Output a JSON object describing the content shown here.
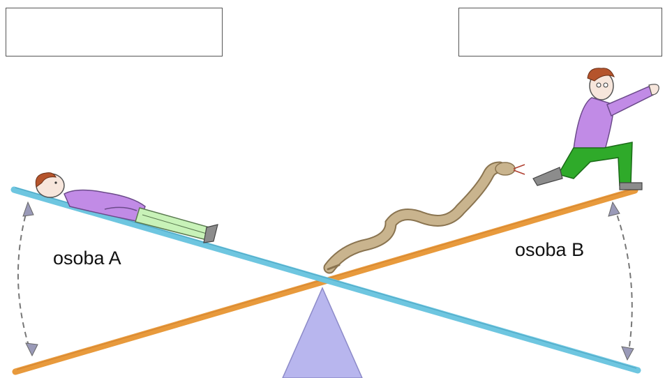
{
  "labels": {
    "person_a": "osoba A",
    "person_b": "osoba B"
  },
  "answer_boxes": [
    {
      "id": "left",
      "value": ""
    },
    {
      "id": "right",
      "value": ""
    }
  ],
  "colors": {
    "plank_blue": "#6ec6e0",
    "plank_orange": "#e89a3c",
    "fulcrum": "#b8b6ee",
    "shirt": "#c18be6",
    "pants_a": "#c8f2b8",
    "pants_b": "#2faa2a",
    "snake": "#c9b48e",
    "arc": "#777777"
  }
}
